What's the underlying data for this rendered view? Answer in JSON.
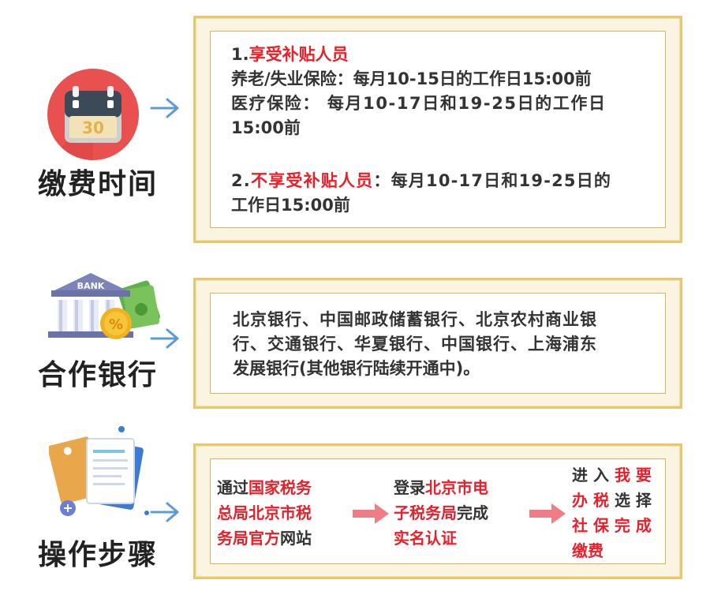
{
  "colors": {
    "accent_red": "#e8202a",
    "gold": "#e7c86e",
    "arrow_blue": "#5d9ad8",
    "chevron_pink": "#ef7d86"
  },
  "section1": {
    "label": "缴费时间",
    "icon": "calendar-icon",
    "calendar_number": "30",
    "item1_prefix": "1.",
    "item1_title": "享受补贴人员",
    "item1_line1": "养老/失业保险：每月10-15日的工作日15:00前",
    "item1_line2": "医疗保险： 每月10-17日和19-25日的工作日",
    "item1_line3": "15:00前",
    "item2_prefix": "2.",
    "item2_title": "不享受补贴人员",
    "item2_rest": "：每月10-17日和19-25日的",
    "item2_line2": "工作日15:00前"
  },
  "section2": {
    "label": "合作银行",
    "icon": "bank-icon",
    "bank_sign": "BANK",
    "line1": "北京银行、中国邮政储蓄银行、北京农村商业银",
    "line2": "行、交通银行、华夏银行、中国银行、上海浦东",
    "line3": "发展银行(其他银行陆续开通中)。"
  },
  "section3": {
    "label": "操作步骤",
    "icon": "documents-icon",
    "step1": {
      "l1_plain": "通过",
      "l1_red": "国家税务",
      "l2_red": "总局北京市税",
      "l3_red": "务局官方",
      "l3_plain": "网站"
    },
    "step2": {
      "l1_plain": "登录",
      "l1_red": "北京市电",
      "l2_red": "子税务局",
      "l2_plain": "完成",
      "l3_red": "实名认证"
    },
    "step3": {
      "l1_plain": "进 入 ",
      "l1_red": "我 要",
      "l2_red": "办 税 ",
      "l2_plain": "选 择",
      "l3_red": "社 保 完 成",
      "l4_red": "缴费"
    }
  }
}
